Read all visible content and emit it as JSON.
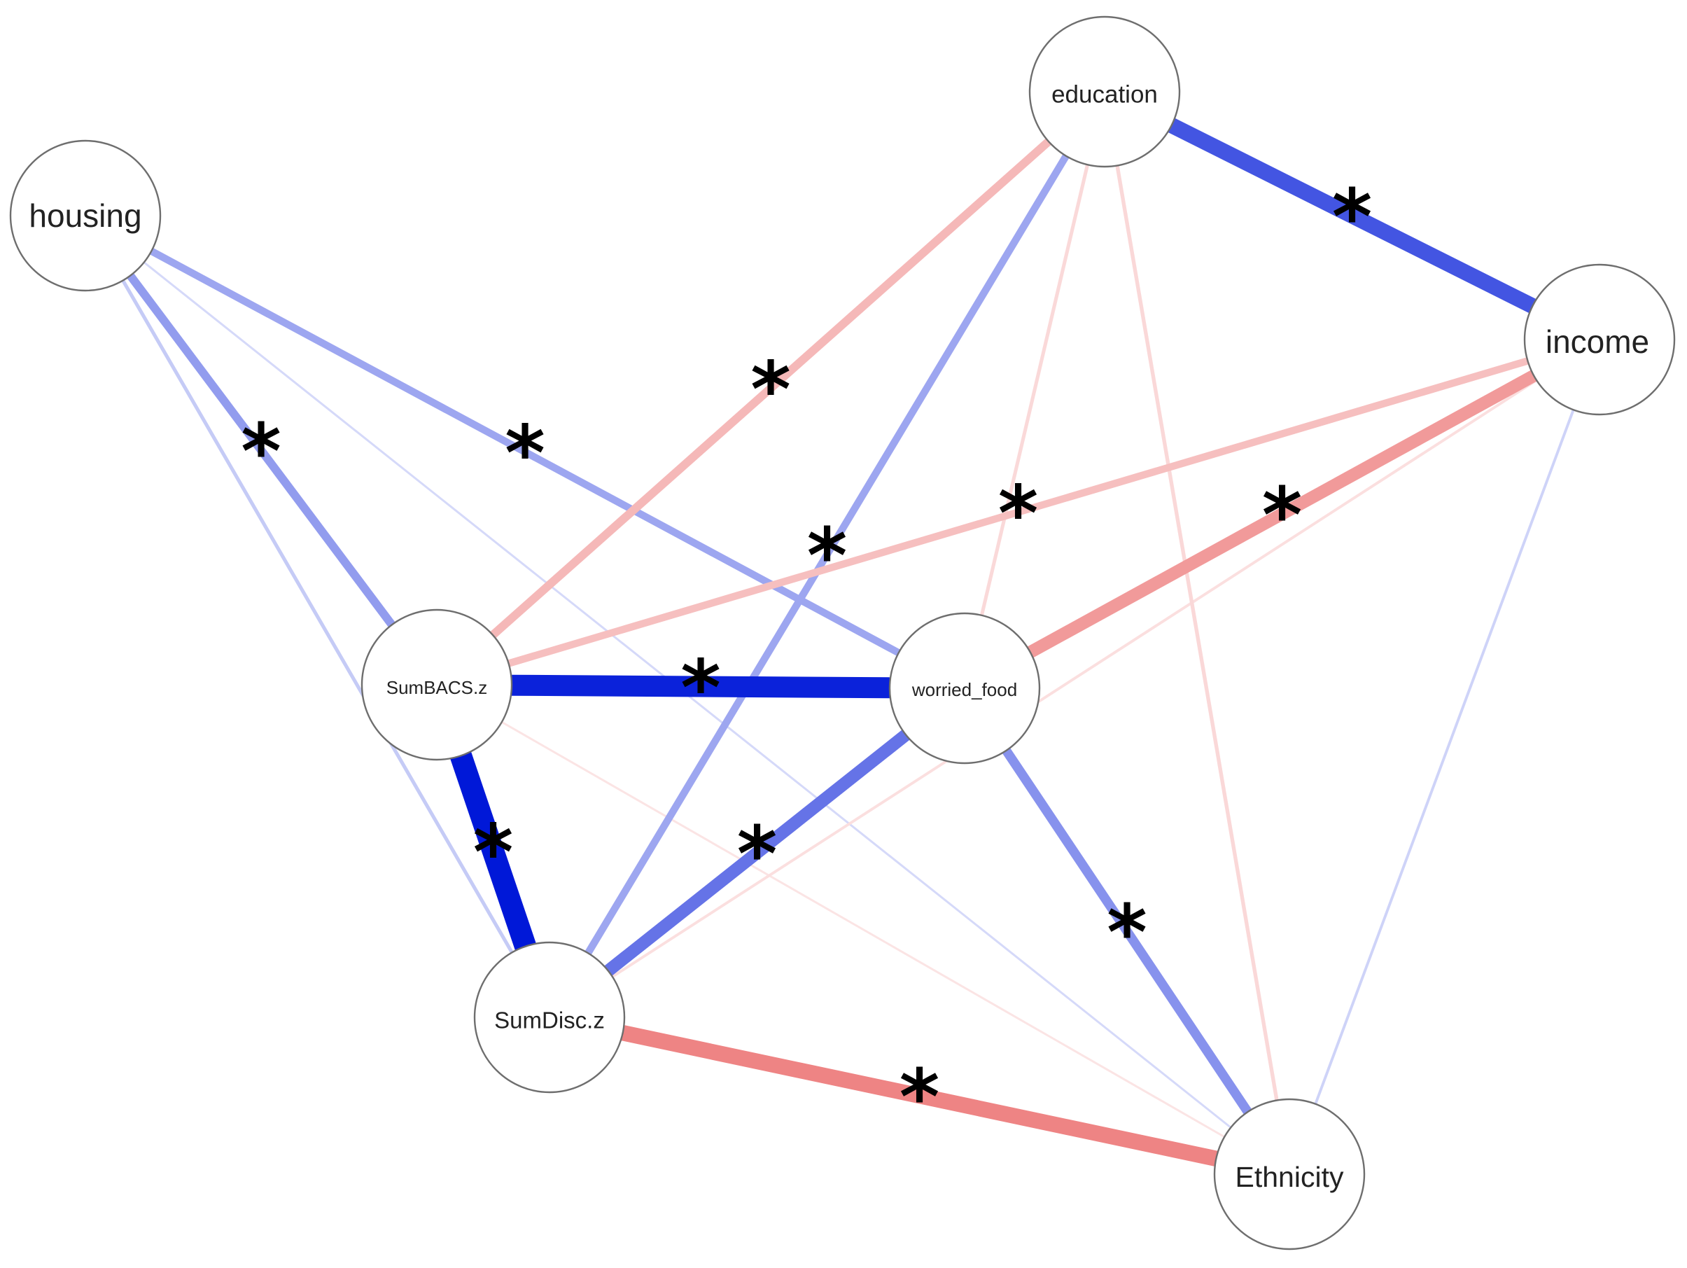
{
  "colors": {
    "positive": "#0018d8",
    "negative": "#e85858",
    "node_fill": "#ffffff",
    "node_stroke": "#6e6e6e",
    "label": "#222222"
  },
  "significance_marker": "*",
  "nodes": [
    {
      "id": "housing",
      "label": "housing"
    },
    {
      "id": "education",
      "label": "education"
    },
    {
      "id": "income",
      "label": "income"
    },
    {
      "id": "SumBACS.z",
      "label": "SumBACS.z"
    },
    {
      "id": "worried_food",
      "label": "worried_food"
    },
    {
      "id": "SumDisc.z",
      "label": "SumDisc.z"
    },
    {
      "id": "Ethnicity",
      "label": "Ethnicity"
    }
  ],
  "edges": [
    {
      "source": "SumBACS.z",
      "target": "worried_food",
      "sign": "positive",
      "strength": 0.95,
      "significant": true
    },
    {
      "source": "SumBACS.z",
      "target": "SumDisc.z",
      "sign": "positive",
      "strength": 1.0,
      "significant": true
    },
    {
      "source": "education",
      "target": "income",
      "sign": "positive",
      "strength": 0.7,
      "significant": true
    },
    {
      "source": "worried_food",
      "target": "SumDisc.z",
      "sign": "positive",
      "strength": 0.55,
      "significant": true
    },
    {
      "source": "worried_food",
      "target": "Ethnicity",
      "sign": "positive",
      "strength": 0.4,
      "significant": true
    },
    {
      "source": "housing",
      "target": "worried_food",
      "sign": "positive",
      "strength": 0.3,
      "significant": true
    },
    {
      "source": "housing",
      "target": "SumBACS.z",
      "sign": "positive",
      "strength": 0.35,
      "significant": true
    },
    {
      "source": "education",
      "target": "SumDisc.z",
      "sign": "positive",
      "strength": 0.3,
      "significant": true
    },
    {
      "source": "housing",
      "target": "SumDisc.z",
      "sign": "positive",
      "strength": 0.12,
      "significant": false
    },
    {
      "source": "housing",
      "target": "Ethnicity",
      "sign": "positive",
      "strength": 0.05,
      "significant": false
    },
    {
      "source": "income",
      "target": "Ethnicity",
      "sign": "positive",
      "strength": 0.08,
      "significant": false
    },
    {
      "source": "SumDisc.z",
      "target": "Ethnicity",
      "sign": "negative",
      "strength": 0.7,
      "significant": true
    },
    {
      "source": "income",
      "target": "worried_food",
      "sign": "negative",
      "strength": 0.55,
      "significant": true
    },
    {
      "source": "income",
      "target": "SumBACS.z",
      "sign": "negative",
      "strength": 0.3,
      "significant": true
    },
    {
      "source": "education",
      "target": "SumBACS.z",
      "sign": "negative",
      "strength": 0.35,
      "significant": true
    },
    {
      "source": "education",
      "target": "worried_food",
      "sign": "negative",
      "strength": 0.12,
      "significant": false
    },
    {
      "source": "education",
      "target": "Ethnicity",
      "sign": "negative",
      "strength": 0.13,
      "significant": false
    },
    {
      "source": "income",
      "target": "SumDisc.z",
      "sign": "negative",
      "strength": 0.08,
      "significant": false
    },
    {
      "source": "SumBACS.z",
      "target": "Ethnicity",
      "sign": "negative",
      "strength": 0.05,
      "significant": false
    },
    {
      "source": "worried_food",
      "target": "Ethnicity",
      "sign": "negative",
      "strength": 0.0,
      "significant": false
    }
  ]
}
